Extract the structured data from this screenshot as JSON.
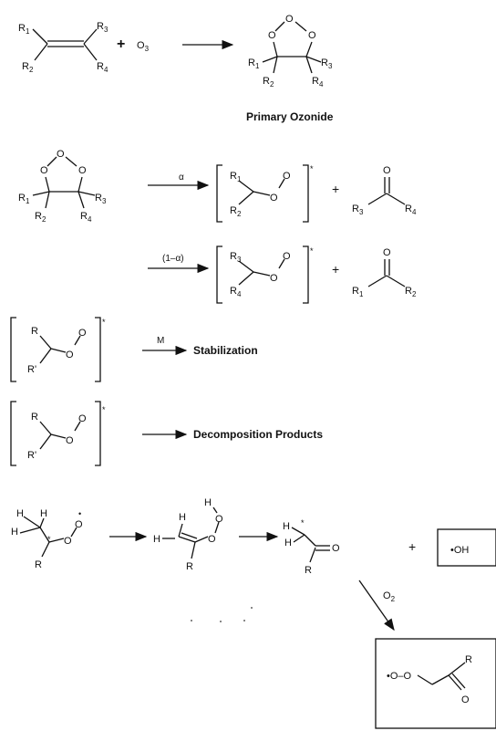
{
  "labels": {
    "r": "R",
    "r_prime": "R'",
    "o": "O",
    "o3": "O",
    "h": "H",
    "plus": "+",
    "star": "*",
    "dot": "•",
    "primary_ozonide": "Primary Ozonide",
    "alpha": "α",
    "one_minus_alpha": "(1–α)",
    "m": "M",
    "stabilization": "Stabilization",
    "decomposition": "Decomposition Products",
    "oh": "•OH",
    "o2": "O",
    "peroxy_prefix": "•O–O"
  },
  "subscripts": {
    "s1": "1",
    "s2": "2",
    "s3": "3",
    "s4": "4"
  }
}
